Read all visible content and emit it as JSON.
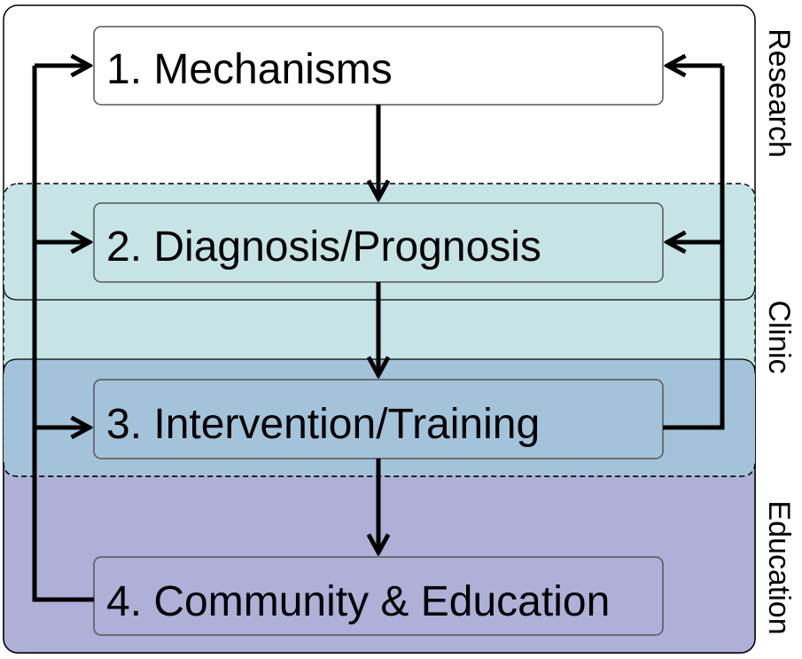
{
  "regions": {
    "research": {
      "label": "Research",
      "fill": "#ffffff"
    },
    "clinic": {
      "label": "Clinic",
      "fill": "#c6e4e6"
    },
    "education": {
      "label": "Education",
      "fill": "#aeb0d8"
    },
    "overlap_clinic_education_fill": "#a3c3da"
  },
  "boxes": {
    "mechanisms": "1. Mechanisms",
    "diagnosis": "2. Diagnosis/Prognosis",
    "intervention": "3. Intervention/Training",
    "community": "4. Community & Education"
  },
  "colors": {
    "stroke": "#000000",
    "box_border": "#555555"
  }
}
